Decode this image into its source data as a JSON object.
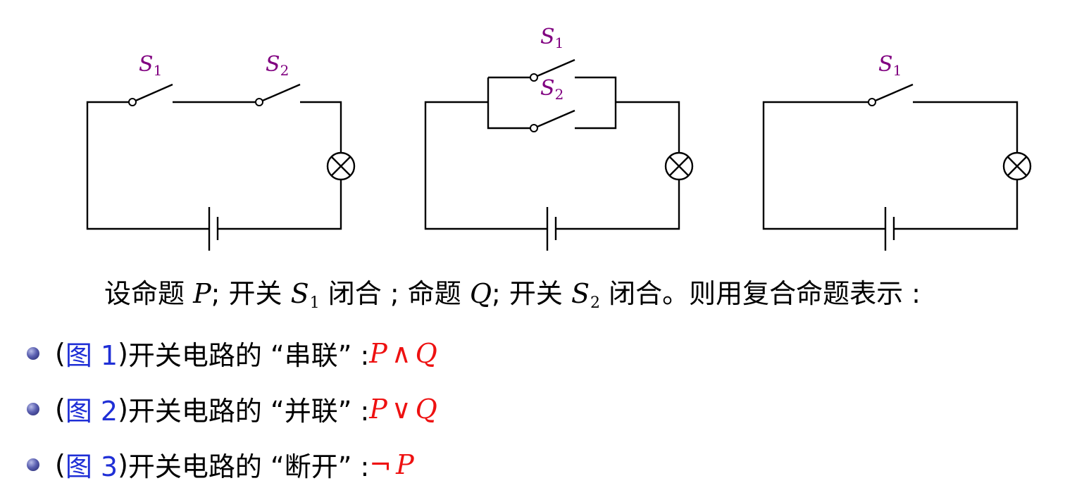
{
  "circuits": [
    {
      "switches": [
        {
          "name": "S",
          "sub": "1"
        },
        {
          "name": "S",
          "sub": "2"
        }
      ]
    },
    {
      "switches": [
        {
          "name": "S",
          "sub": "1"
        },
        {
          "name": "S",
          "sub": "2"
        }
      ]
    },
    {
      "switches": [
        {
          "name": "S",
          "sub": "1"
        }
      ]
    }
  ],
  "intro": {
    "t1": "设命题 ",
    "p": "P",
    "t2": "; 开关 ",
    "s1": "S",
    "s1_sub": "1",
    "t3": " 闭合 ; 命题 ",
    "q": "Q",
    "t4": "; 开关 ",
    "s2": "S",
    "s2_sub": "2",
    "t5": " 闭合。则用复合命题表示 :"
  },
  "items": [
    {
      "open": "(",
      "ref": "图 1",
      "close": ")",
      "text": " 开关电路的 “串联” : ",
      "formula": {
        "a": "P",
        "op": "∧",
        "b": "Q"
      }
    },
    {
      "open": "(",
      "ref": "图 2",
      "close": ")",
      "text": " 开关电路的 “并联” : ",
      "formula": {
        "a": "P",
        "op": "∨",
        "b": "Q"
      }
    },
    {
      "open": "(",
      "ref": "图 3",
      "close": ")",
      "text": " 开关电路的 “断开” : ",
      "formula": {
        "a": "",
        "op": "¬",
        "b": "P"
      }
    }
  ],
  "colors": {
    "label": "#800080",
    "ref": "#1f2fd6",
    "formula": "#ee1111",
    "bullet": "#3a3f8f"
  }
}
